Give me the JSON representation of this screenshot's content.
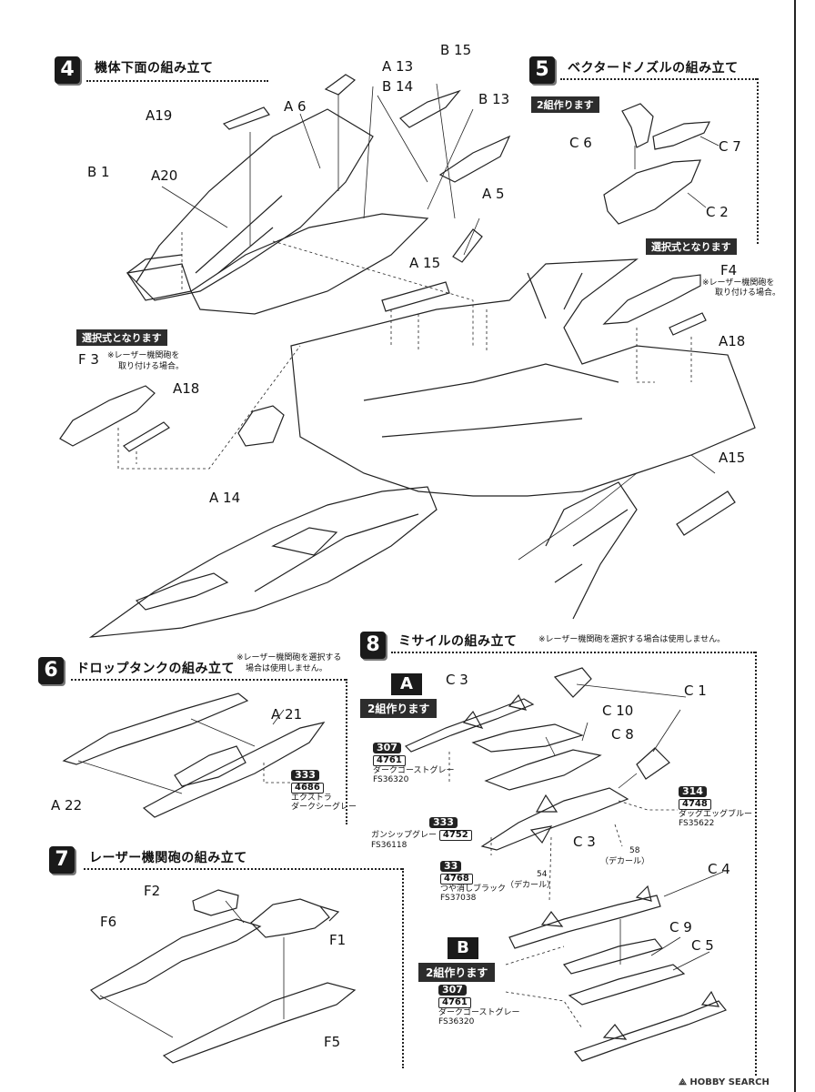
{
  "steps": [
    {
      "num": "4",
      "title": "機体下面の組み立て"
    },
    {
      "num": "5",
      "title": "ベクタードノズルの組み立て"
    },
    {
      "num": "6",
      "title": "ドロップタンクの組み立て"
    },
    {
      "num": "7",
      "title": "レーザー機関砲の組み立て"
    },
    {
      "num": "8",
      "title": "ミサイルの組み立て"
    }
  ],
  "tags": {
    "make_two": "2組作ります",
    "optional": "選択式となります"
  },
  "notes": {
    "laser_gun_line1": "※レーザー機関砲を",
    "laser_gun_line2": "取り付ける場合。",
    "unused_line1": "※レーザー機関砲を選択する",
    "unused_line2": "場合は使用しません。",
    "missile_unused": "※レーザー機関砲を選択する場合は使用しません。"
  },
  "parts_step4": [
    "A 13",
    "B 15",
    "B 14",
    "A19",
    "A 6",
    "B 13",
    "B 1",
    "A20",
    "A 5",
    "A 15",
    "F 3",
    "A18",
    "A 14",
    "A15"
  ],
  "parts_step5": [
    "C 6",
    "C 7",
    "C 2",
    "F4",
    "A18"
  ],
  "parts_step6": [
    "A 21",
    "A 22"
  ],
  "parts_step7": [
    "F2",
    "F6",
    "F1",
    "F5"
  ],
  "parts_step8": [
    "C 3",
    "C 1",
    "C 10",
    "C 8",
    "C 3",
    "C 4",
    "C 9",
    "C 5"
  ],
  "variants": {
    "a": "A",
    "b": "B"
  },
  "paints": {
    "p307_num": "307",
    "p307_code": "4761",
    "p307_name": "ダークゴーストグレー",
    "p307_fs": "FS36320",
    "p333_num": "333",
    "p333_code": "4686",
    "p333_name1": "エクストラ",
    "p333_name2": "ダークシーグレー",
    "p333b_num": "333",
    "p333b_code": "4752",
    "p333b_name": "ガンシップグレー",
    "p333b_fs": "FS36118",
    "p33_num": "33",
    "p33_code": "4768",
    "p33_name": "つや消しブラック",
    "p33_fs": "FS37038",
    "p314_num": "314",
    "p314_code": "4748",
    "p314_name": "ダッグエッグブルー",
    "p314_fs": "FS35622"
  },
  "decals": {
    "d58_num": "58",
    "d58_label": "（デカール）",
    "d54_num": "54",
    "d54_label": "（デカール）"
  },
  "watermark": "HOBBY SEARCH"
}
